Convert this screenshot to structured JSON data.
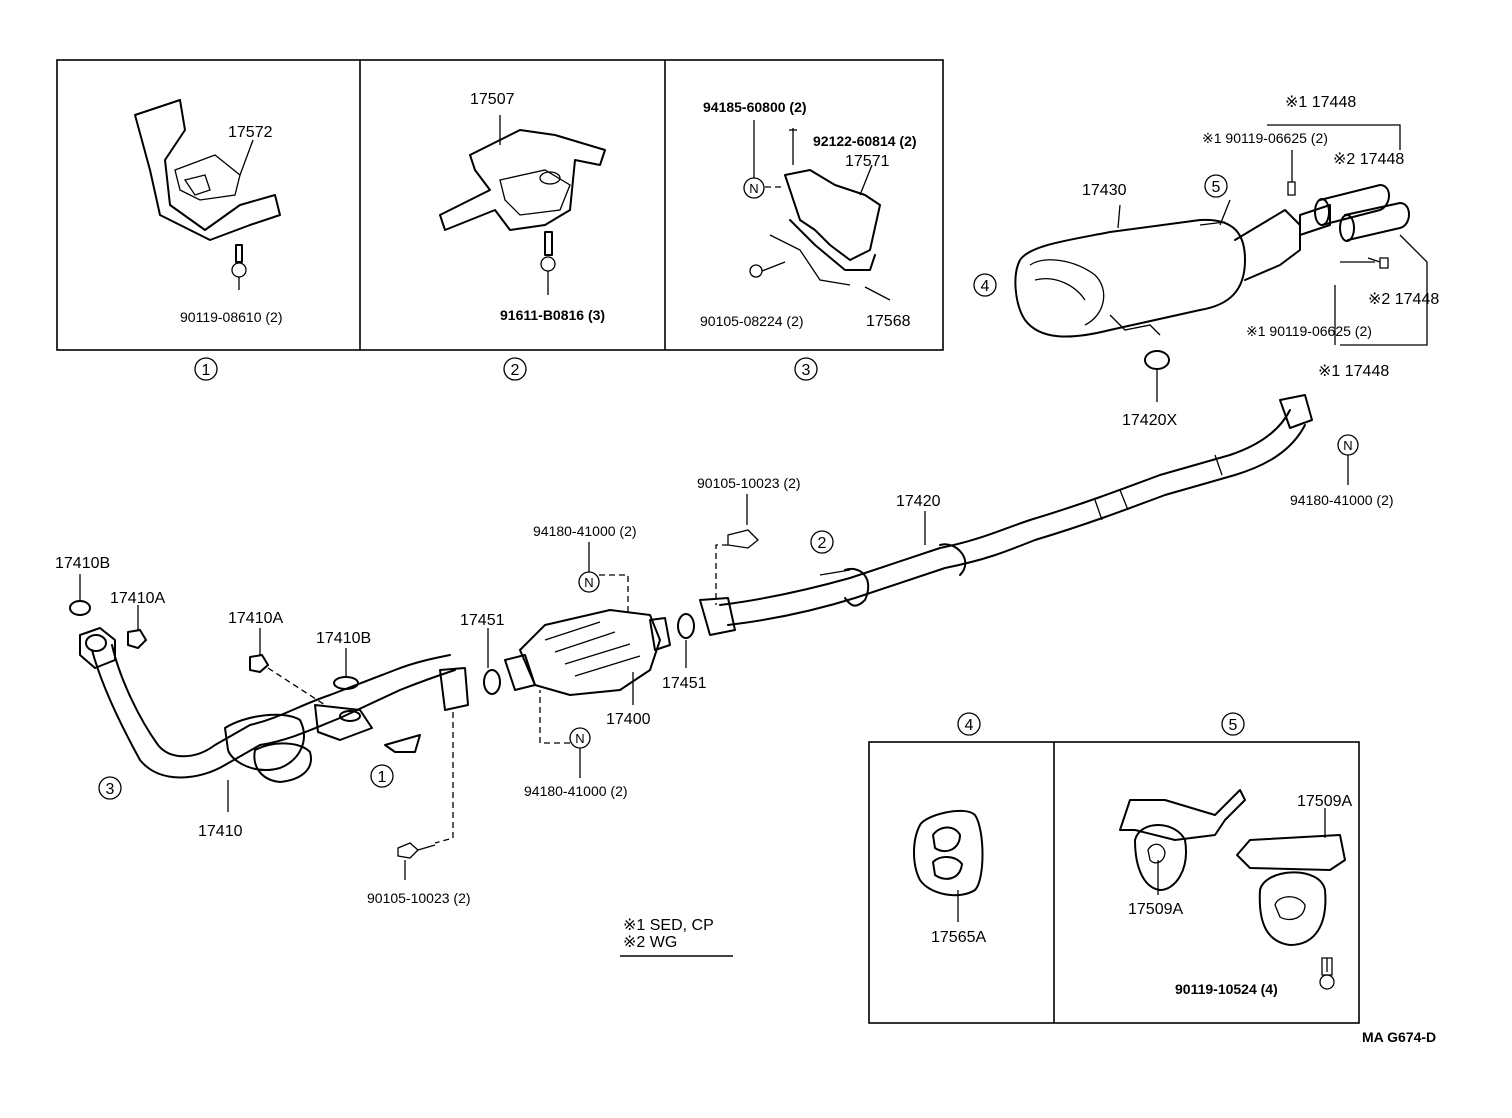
{
  "insets_top": {
    "box1": {
      "circle": "1",
      "part": "17572",
      "bolt": "90119-08610 (2)"
    },
    "box2": {
      "circle": "2",
      "part": "17507",
      "bolt": "91611-B0816 (3)"
    },
    "box3": {
      "circle": "3",
      "nut_label": "94185-60800 (2)",
      "stud": "92122-60814 (2)",
      "part_a": "17571",
      "bolt": "90105-08224 (2)",
      "part_b": "17568",
      "nut_symbol": "N"
    }
  },
  "muffler": {
    "part": "17430",
    "circle4": "4",
    "circle5": "5",
    "gasket": "17420X",
    "tail_a1": "※1 17448",
    "bolt_a1": "※1 90119-06625 (2)",
    "tail_a2": "※2 17448",
    "tail_b2": "※2 17448",
    "bolt_b1": "※1 90119-06625 (2)",
    "tail_b1": "※1 17448",
    "nut": "94180-41000 (2)",
    "nut_symbol": "N"
  },
  "main": {
    "pipe": "17420",
    "circle2": "2",
    "bolt_top": "90105-10023 (2)",
    "nut_top": "94180-41000 (2)",
    "cat": "17400",
    "gasket_l": "17451",
    "gasket_r": "17451",
    "nut_bottom": "94180-41000 (2)",
    "front_pipe": "17410",
    "circle3": "3",
    "circle1": "1",
    "g_17410B_a": "17410B",
    "g_17410A_a": "17410A",
    "g_17410A_b": "17410A",
    "g_17410B_b": "17410B",
    "bolt_bottom": "90105-10023 (2)",
    "nut_symbol": "N"
  },
  "legend": {
    "line1": "※1  SED, CP",
    "line2": "※2  WG"
  },
  "insets_bottom": {
    "box4": {
      "circle": "4",
      "part": "17565A"
    },
    "box5": {
      "circle": "5",
      "part_a": "17509A",
      "part_b": "17509A",
      "bolt": "90119-10524 (4)"
    }
  },
  "code": "MA  G674-D"
}
